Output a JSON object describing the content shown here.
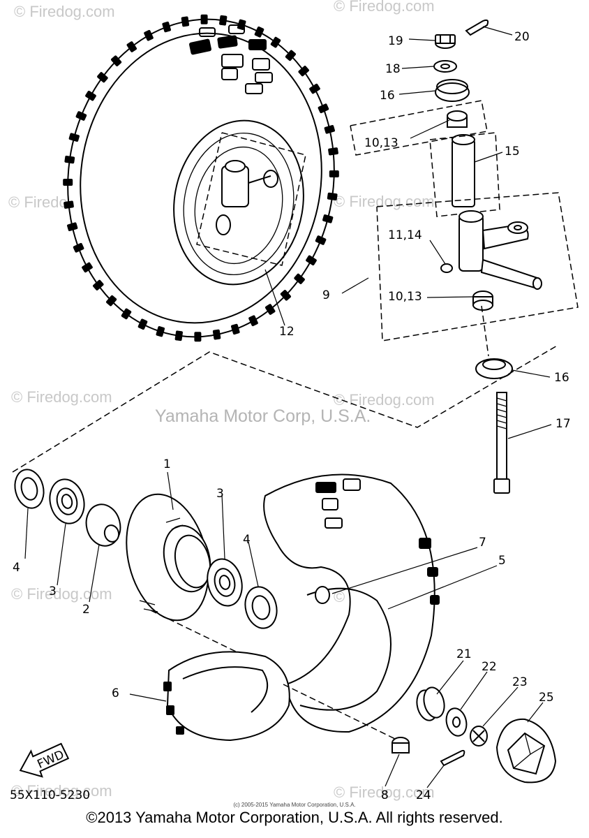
{
  "watermarks": {
    "firedog": "© Firedog.com",
    "yamaha": "Yamaha Motor Corp, U.S.A."
  },
  "part_labels": {
    "p1": "1",
    "p2": "2",
    "p3a": "3",
    "p3b": "3",
    "p4a": "4",
    "p4b": "4",
    "p5": "5",
    "p6": "6",
    "p7": "7",
    "p8": "8",
    "p9": "9",
    "p10a": "10,13",
    "p10b": "10,13",
    "p11": "11,14",
    "p12": "12",
    "p15": "15",
    "p16a": "16",
    "p16b": "16",
    "p17": "17",
    "p18": "18",
    "p19": "19",
    "p20": "20",
    "p21": "21",
    "p22": "22",
    "p23": "23",
    "p24": "24",
    "p25": "25"
  },
  "fwd_arrow": "FWD",
  "diagram_code": "55X110-5230",
  "small_credit": "(c) 2005-2015 Yamaha Motor Corporation, U.S.A.",
  "copyright": "©2013 Yamaha Motor Corporation, U.S.A. All rights reserved."
}
